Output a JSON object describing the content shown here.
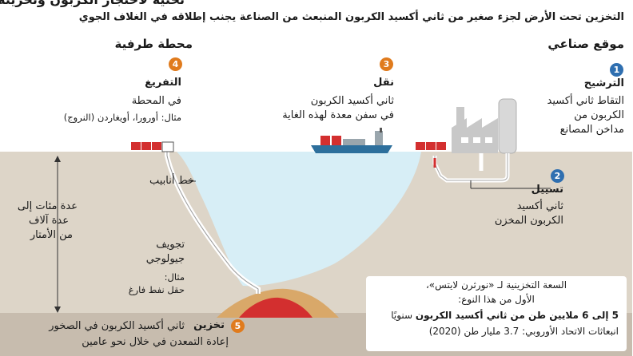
{
  "title_partial": "تحتية لاحتجاز الكربون وتخزينه",
  "subtitle": "التخزين تحت الأرض لجزء صغير من ثاني أكسيد الكربون المنبعث من الصناعة يجنب إطلاقه في الغلاف الجوي",
  "headers": {
    "industrial_site": "موقع صناعي",
    "terminal": "محطة طرفية"
  },
  "steps": [
    {
      "num": "1",
      "title": "الترشيح",
      "text": [
        "التقاط ثاني أكسيد",
        "الكربون من",
        "مداخن المصانع"
      ]
    },
    {
      "num": "2",
      "title": "تسييل",
      "text": [
        "ثاني أكسيد",
        "الكربون المخزن"
      ]
    },
    {
      "num": "3",
      "title": "نقل",
      "text": [
        "ثاني أكسيد الكربون",
        "في سفن معدة لهذه الغاية"
      ]
    },
    {
      "num": "4",
      "title": "التفريغ",
      "text": [
        "في المحطة"
      ],
      "example": "مثال: أورورا، أويغاردن (النروج)"
    },
    {
      "num": "5",
      "title": "تخزين",
      "text_inline": "ثاني أكسيد الكربون في الصخور",
      "text2": "إعادة التمعدن في خلال نحو عامين"
    }
  ],
  "pipeline_label": "خط أنابيب",
  "depth_label": [
    "عدة مئات إلى",
    "عدة آلاف",
    "من الأمتار"
  ],
  "geological": {
    "title": [
      "تجويف",
      "جيولوجي"
    ],
    "example": [
      "مثال:",
      "حقل نفط فارغ"
    ]
  },
  "infobox": {
    "line1": "السعة التخزينية لـ «نورثرن لايتس»،",
    "line2": "الأول من هذا النوع:",
    "line3_bold": "5 إلى 6 ملايين طن من ثاني أكسيد الكربون",
    "line3_rest": " سنويًا",
    "line4": "انبعاثات الاتحاد الأوروبي: 3.7 مليار طن (2020)"
  },
  "colors": {
    "ground": "#ddd5c8",
    "deep": "#c7bcae",
    "sea": "#d7eef6",
    "blue_badge": "#2f6fb0",
    "orange_badge": "#e07b1d",
    "co2_red": "#d32f2f",
    "factory": "#c8c8c8",
    "ship": "#2d6f9c"
  }
}
